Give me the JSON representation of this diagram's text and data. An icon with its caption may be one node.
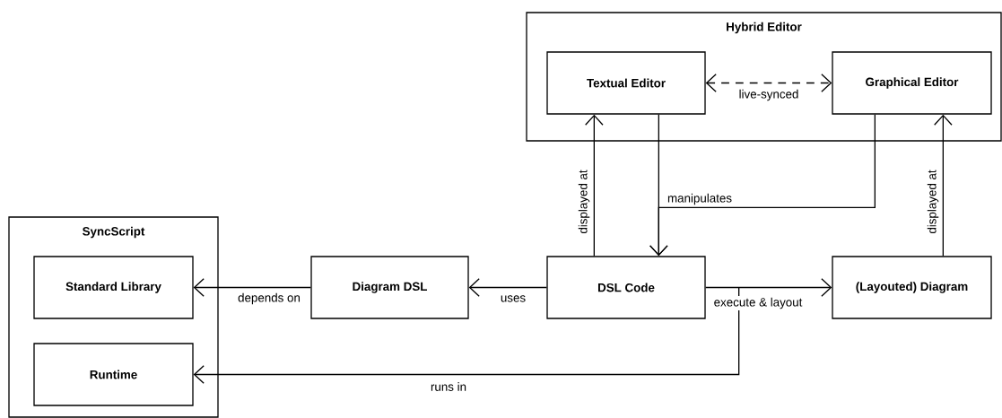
{
  "diagram": {
    "nodes": [
      {
        "text": [
          "Hybrid Editor"
        ]
      },
      {
        "text": [
          "Textual Editor"
        ],
        "in": 0
      },
      {
        "text": [
          "Graphical Editor"
        ],
        "in": 0
      },
      {
        "text": [
          "SyncScript"
        ]
      },
      {
        "text": [
          "Standard Library"
        ],
        "in": 3
      },
      {
        "text": [
          "Runtime"
        ],
        "in": 3
      },
      {
        "text": [
          "Diagram DSL"
        ]
      },
      {
        "text": [
          "DSL Code"
        ]
      },
      {
        "text": [
          "(Layouted) Diagram"
        ]
      }
    ],
    "edges": [
      {
        "from": 1,
        "to": 2,
        "arrow": "both",
        "style": "dashed",
        "label": "live-synced"
      },
      {
        "from": 7,
        "to": 1,
        "arrow": "to",
        "label": "displayed at"
      },
      {
        "from": 1,
        "to": 7,
        "arrow": "to"
      },
      {
        "from": 2,
        "to": 7,
        "arrow": "to",
        "label": "manipulates"
      },
      {
        "from": 8,
        "to": 2,
        "arrow": "to",
        "label": "displayed at"
      },
      {
        "from": 7,
        "to": 6,
        "arrow": "to",
        "label": "uses"
      },
      {
        "from": 6,
        "to": 4,
        "arrow": "to",
        "label": "depends on"
      },
      {
        "from": 7,
        "to": 8,
        "arrow": "to",
        "label": "execute & layout"
      },
      {
        "from": 7,
        "to": 5,
        "arrow": "to",
        "label": "runs in"
      }
    ]
  }
}
